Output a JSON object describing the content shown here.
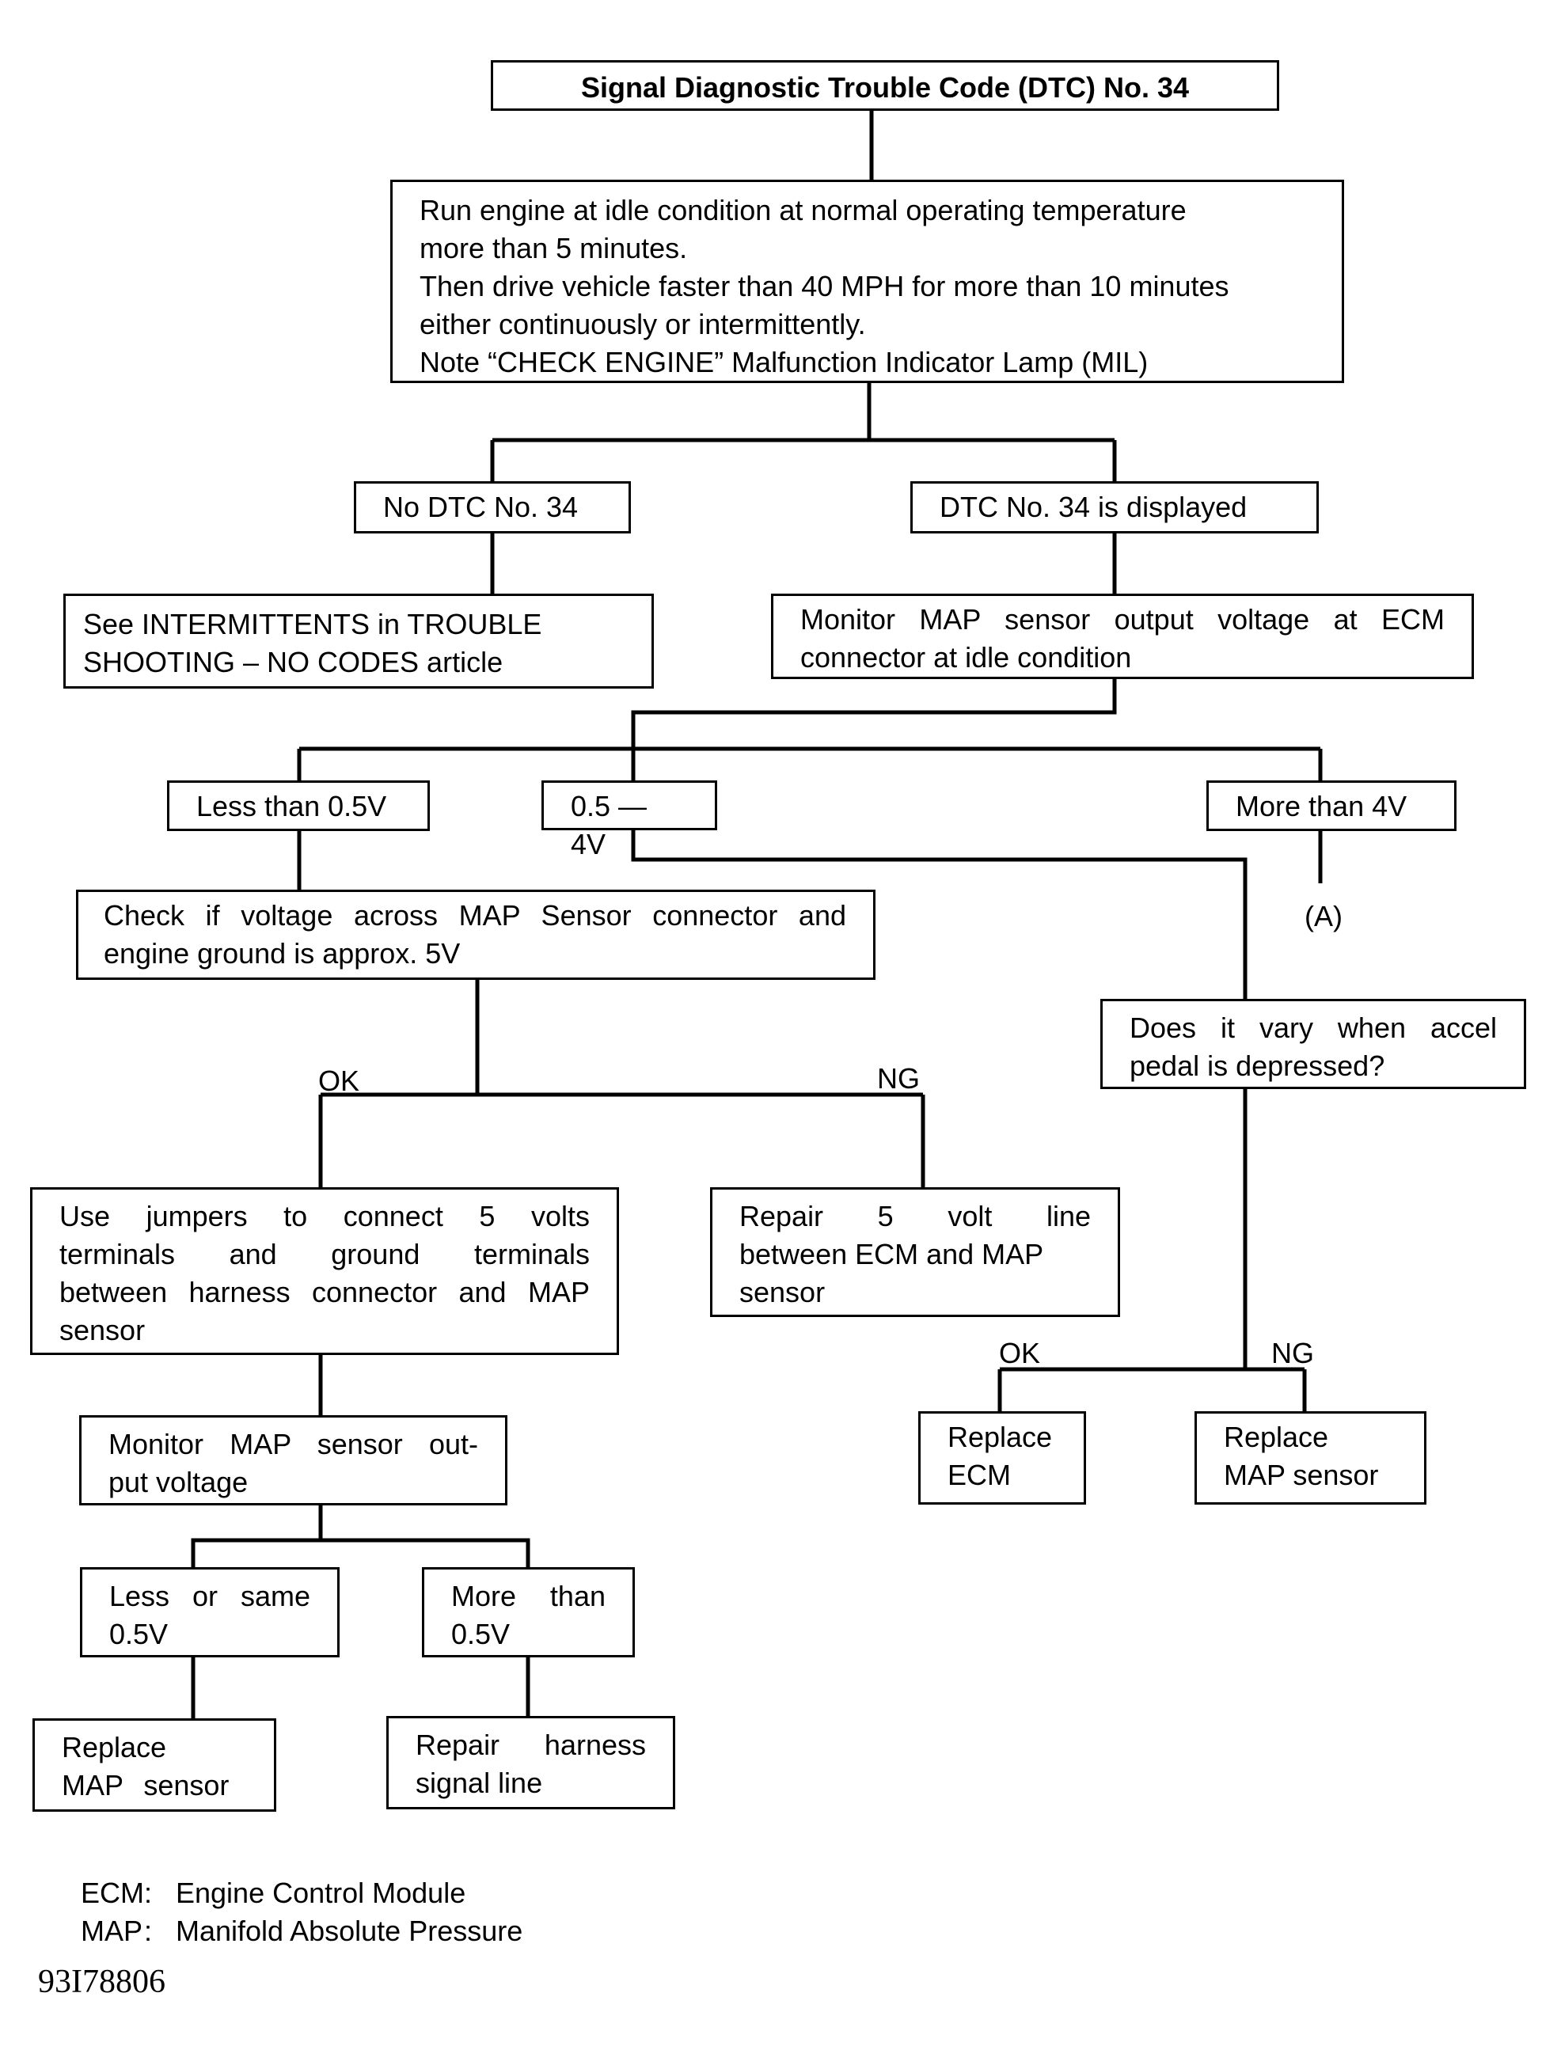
{
  "title": "Signal Diagnostic Trouble Code (DTC) No. 34",
  "nodes": {
    "start_lines": [
      "Run engine at idle condition at normal operating temperature",
      "more than 5 minutes.",
      "Then drive vehicle faster than 40 MPH for more than 10 minutes",
      "either continuously or intermittently.",
      "Note “CHECK ENGINE” Malfunction Indicator Lamp (MIL)"
    ],
    "no_dtc": "No DTC No. 34",
    "dtc_displayed": "DTC No. 34 is displayed",
    "intermittents": [
      "See INTERMITTENTS in TROUBLE",
      "SHOOTING – NO CODES article"
    ],
    "monitor_map": [
      "Monitor MAP sensor output voltage at ECM",
      "connector at idle condition"
    ],
    "less_05": "Less than 0.5V",
    "mid_range": "0.5 — 4V",
    "more_4": "More than 4V",
    "ref_a": "(A)",
    "check_voltage": [
      "Check if voltage across MAP Sensor connector and",
      "engine ground is approx. 5V"
    ],
    "vary": [
      "Does it vary when accel",
      "pedal is depressed?"
    ],
    "use_jumpers": [
      "Use jumpers to connect 5 volts",
      "terminals and ground terminals",
      "between harness connector and MAP",
      "sensor"
    ],
    "repair_5v": [
      "Repair 5 volt line",
      "between ECM and MAP",
      "sensor"
    ],
    "replace_ecm": [
      "Replace",
      "ECM"
    ],
    "replace_map_right": [
      "Replace",
      "MAP sensor"
    ],
    "monitor_output": [
      "Monitor MAP sensor out-",
      "put voltage"
    ],
    "less_same": [
      "Less or same",
      "0.5V"
    ],
    "more_05": [
      "More than",
      "0.5V"
    ],
    "replace_map_left": [
      "Replace",
      "MAP sensor"
    ],
    "repair_harness": [
      "Repair harness",
      "signal line"
    ]
  },
  "branch_labels": {
    "check_ok": "OK",
    "check_ng": "NG",
    "vary_ok": "OK",
    "vary_ng": "NG"
  },
  "legend": [
    {
      "abbr": "ECM",
      "sep": ":",
      "meaning": "Engine Control Module"
    },
    {
      "abbr": "MAP",
      "sep": ":",
      "meaning": "Manifold Absolute Pressure"
    }
  ],
  "figure_id": "93I78806"
}
